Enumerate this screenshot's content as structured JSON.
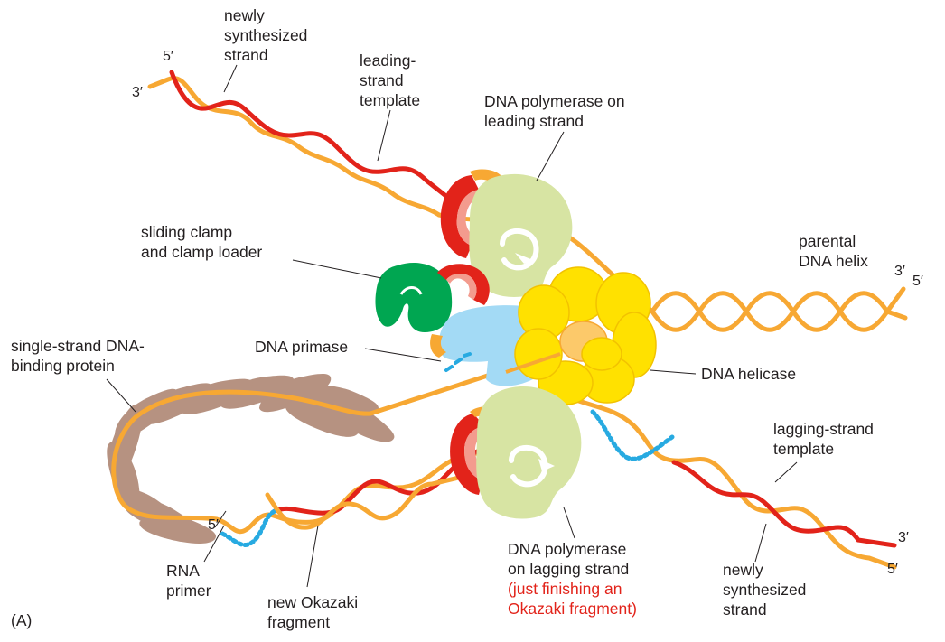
{
  "panel_label": "(A)",
  "labels": {
    "newly_synthesized_top": [
      "newly",
      "synthesized",
      "strand"
    ],
    "leading_strand_template": [
      "leading-",
      "strand",
      "template"
    ],
    "polymerase_leading": [
      "DNA polymerase on",
      "leading strand"
    ],
    "sliding_clamp": [
      "sliding clamp",
      "and clamp loader"
    ],
    "parental_helix": [
      "parental",
      "DNA helix"
    ],
    "ssb": [
      "single-strand DNA-",
      "binding protein"
    ],
    "primase": [
      "DNA primase"
    ],
    "helicase": [
      "DNA helicase"
    ],
    "lagging_template": [
      "lagging-strand",
      "template"
    ],
    "rna_primer": [
      "RNA",
      "primer"
    ],
    "new_okazaki": [
      "new Okazaki",
      "fragment"
    ],
    "polymerase_lagging": [
      "DNA polymerase",
      "on lagging strand"
    ],
    "polymerase_lagging_note": [
      "(just finishing an",
      "Okazaki fragment)"
    ],
    "newly_synthesized_bottom": [
      "newly",
      "synthesized",
      "strand"
    ]
  },
  "strand_ends": {
    "top_5": "5′",
    "top_3": "3′",
    "right_3": "3′",
    "right_5": "5′",
    "loop_5": "5′",
    "bottom_3": "3′",
    "bottom_5": "5′"
  },
  "colors": {
    "template_strand": "#f7a833",
    "new_strand": "#e2231a",
    "rna_primer": "#27aae1",
    "polymerase": "#d7e4a3",
    "helicase": "#ffe100",
    "helicase_core": "#fcc96a",
    "primase": "#a3daf5",
    "clamp_loader": "#00a651",
    "ssb": "#b69281",
    "clamp": "#e2231a"
  }
}
